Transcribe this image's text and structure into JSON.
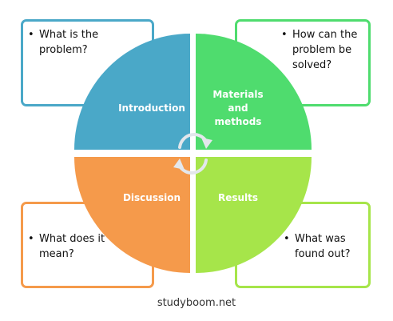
{
  "colors": {
    "introduction": "#4aa8c8",
    "materials": "#4fdc6e",
    "discussion": "#f59a4b",
    "results": "#a6e54a",
    "arrow": "#dfe4ea"
  },
  "quadrants": {
    "introduction": {
      "label": "Introduction"
    },
    "materials": {
      "line1": "Materials",
      "line2": "and",
      "line3": "methods"
    },
    "discussion": {
      "label": "Discussion"
    },
    "results": {
      "label": "Results"
    }
  },
  "questions": {
    "top_left": {
      "line1": "What is the",
      "line2": "problem?"
    },
    "top_right": {
      "line1": "How can the",
      "line2": "problem be",
      "line3": "solved?"
    },
    "bottom_left": {
      "line1": "What does it",
      "line2": "mean?"
    },
    "bottom_right": {
      "line1": "What was",
      "line2": "found out?"
    }
  },
  "footer": {
    "source": "studyboom.net"
  }
}
